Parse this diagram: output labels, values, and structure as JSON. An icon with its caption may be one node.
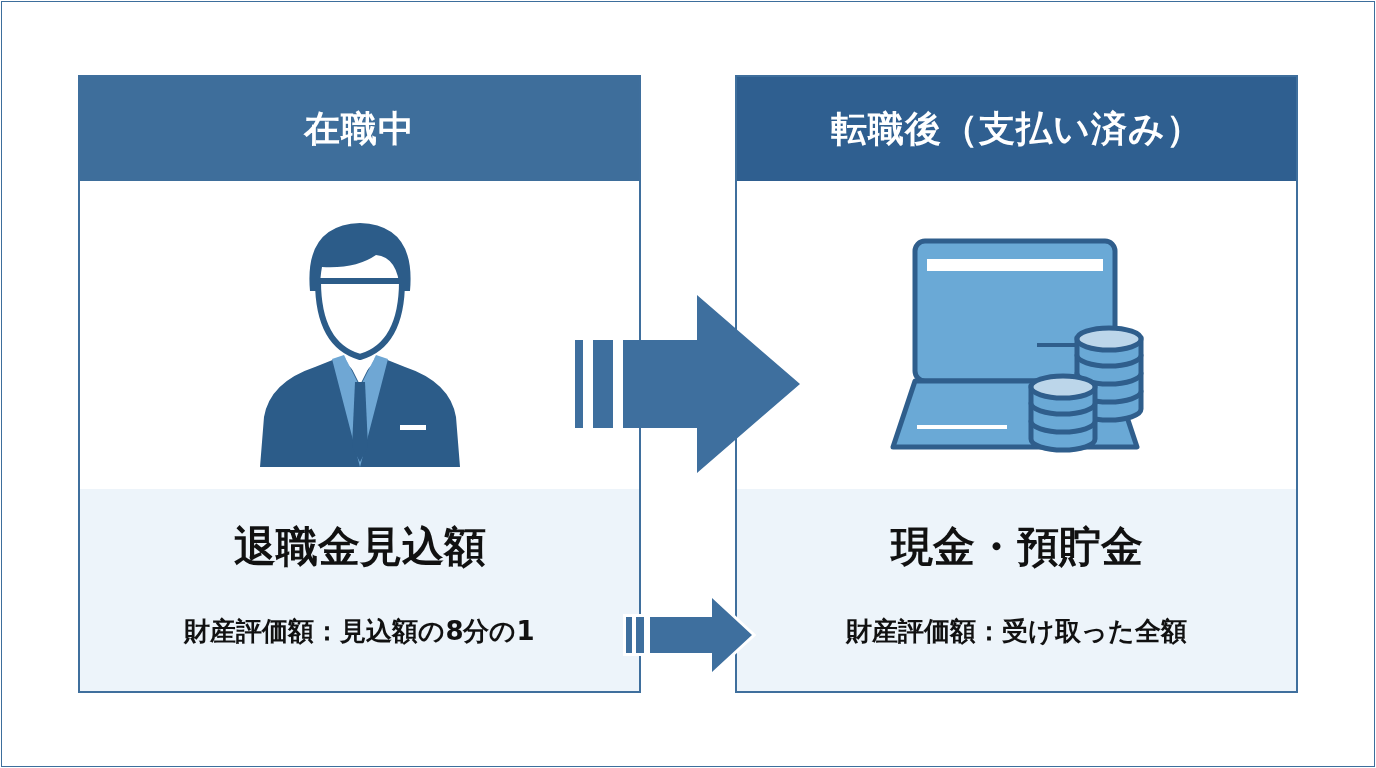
{
  "diagram": {
    "nodes": [
      {
        "text": [
          "在職中"
        ]
      },
      {
        "text": [],
        "shape": "person",
        "in": 0
      },
      {
        "text": [
          "退職金見込額",
          "財産評価額：見込額の8分の1"
        ],
        "in": 0
      },
      {
        "text": [
          "転職後（支払い済み）"
        ]
      },
      {
        "text": [],
        "shape": "picture",
        "in": 3
      },
      {
        "text": [
          "現金・預貯金",
          "財産評価額：受け取った全額"
        ],
        "in": 3
      }
    ],
    "edges": [
      {
        "from": 1,
        "to": 4,
        "arrow": "to"
      },
      {
        "from": 2,
        "to": 5,
        "arrow": "to"
      }
    ]
  }
}
